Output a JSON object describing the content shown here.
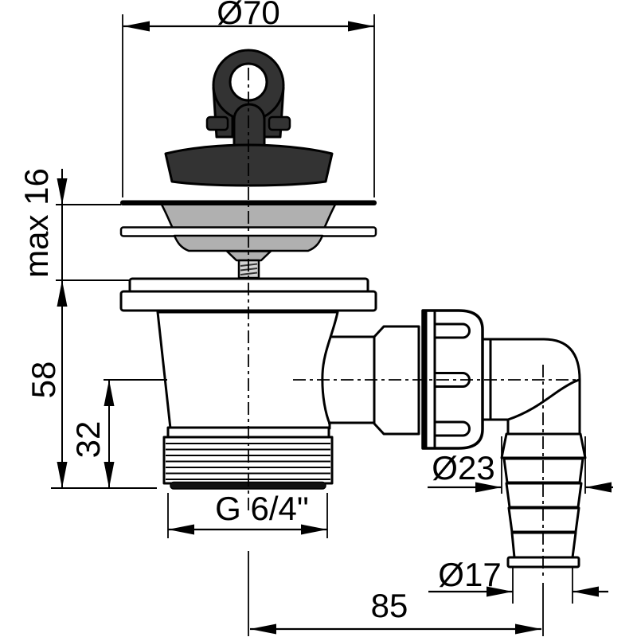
{
  "diagram": {
    "type": "technical-drawing",
    "subject": "sink waste drain with plug, strainer, G6/4 thread and side outlet elbow with hose barb",
    "background_color": "#ffffff",
    "line_color": "#000000",
    "plug_fill_color": "#333333",
    "strainer_fill_color": "#b0b0b0"
  },
  "dimensions": {
    "top_diameter": "Ø70",
    "max_panel_thickness": "max 16",
    "body_height": "58",
    "thread_length": "32",
    "thread_size": "G 6/4\"",
    "elbow_diameter": "Ø23",
    "hose_end_diameter": "Ø17",
    "outlet_length": "85"
  }
}
